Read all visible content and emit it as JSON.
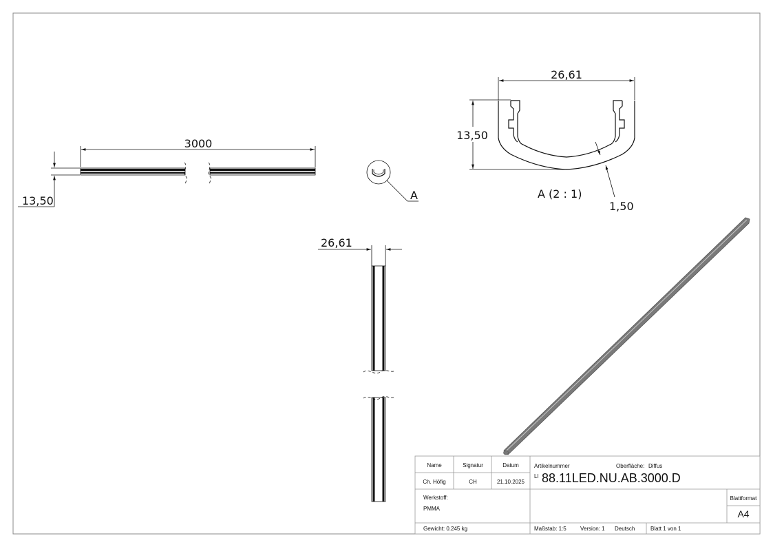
{
  "view_top": {
    "length_label": "3000",
    "height_label": "13,50"
  },
  "detail_callout": {
    "label": "A"
  },
  "detail_view": {
    "width_label": "26,61",
    "height_label": "13,50",
    "wall_label": "1,50",
    "caption": "A (2 : 1)"
  },
  "view_side": {
    "width_label": "26,61"
  },
  "title_block": {
    "headers": {
      "name": "Name",
      "signature": "Signatur",
      "date": "Datum"
    },
    "row": {
      "name": "Ch. Höfig",
      "signature": "CH",
      "date": "21.10.2025"
    },
    "article_label": "Artikelnummer",
    "surface_label": "Oberfläche:",
    "surface_value": "Diffus",
    "article_prefix": "LI",
    "article_number": "88.11LED.NU.AB.3000.D",
    "material_label": "Werkstoff:",
    "material_value": "PMMA",
    "format_label": "Blattformat",
    "format_value": "A4",
    "weight": "Gewicht: 0.245 kg",
    "scale": "Maßstab: 1:5",
    "version": "Version: 1",
    "language": "Deutsch",
    "sheet": "Blatt 1 von 1"
  }
}
